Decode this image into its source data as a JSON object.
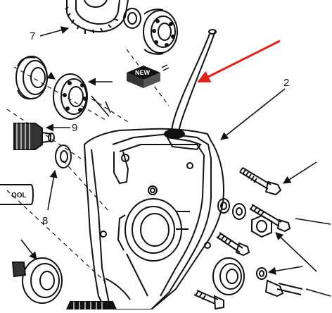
{
  "diagram": {
    "callouts": {
      "c2": "2",
      "c7": "7",
      "c8": "8",
      "c9": "9"
    },
    "badge_text": "NEW",
    "tool_text": "OOL"
  },
  "colors": {
    "ink": "#111111",
    "paper": "#ffffff",
    "pointer": "#e0201a"
  }
}
